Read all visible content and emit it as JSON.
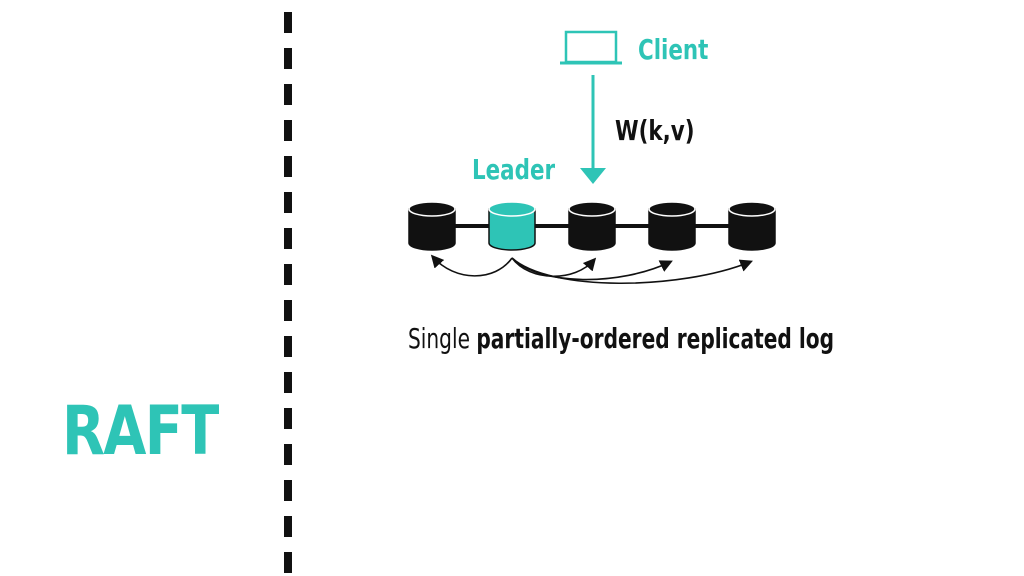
{
  "title": "RAFT",
  "client_label": "Client",
  "operation_label": "W(k,v)",
  "leader_label": "Leader",
  "caption": {
    "prefix": "Single ",
    "emphasis": "partially-ordered replicated log"
  },
  "colors": {
    "accent": "#2ec4b6",
    "dark": "#111111",
    "background": "#ffffff"
  },
  "nodes": [
    {
      "role": "follower"
    },
    {
      "role": "leader"
    },
    {
      "role": "follower"
    },
    {
      "role": "follower"
    },
    {
      "role": "follower"
    }
  ],
  "icons": [
    "laptop-icon",
    "database-icon"
  ]
}
